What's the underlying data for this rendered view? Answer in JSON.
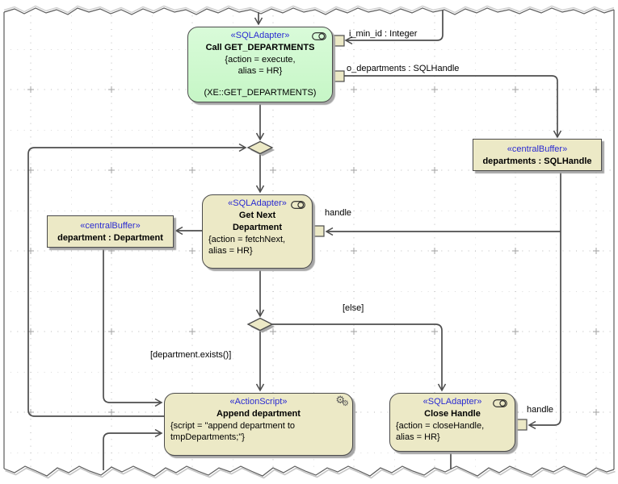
{
  "diagram_kind": "UML activity diagram",
  "colors": {
    "action_fill_green": "#ccf7cc",
    "node_fill_tan": "#ece9c6",
    "stereotype_blue": "#2a2ad2",
    "edge_line": "#4d4d4d",
    "shadow_gray": "#a6a6a6",
    "grid_dot": "#b9b9b9"
  },
  "icons": {
    "sql_adapter_icon": "pill outline with inner circle (toggle glyph)",
    "gears_icon": "⚙⚙",
    "decision_node": "diamond",
    "pin": "small tan square on node edge"
  },
  "nodes": {
    "call_get_departments": {
      "stereotype": "«SQLAdapter»",
      "name": "Call GET_DEPARTMENTS",
      "constraint_line1": "{action = execute,",
      "constraint_line2": "alias = HR}",
      "subtitle": "(XE::GET_DEPARTMENTS)"
    },
    "departments_buffer": {
      "stereotype": "«centralBuffer»",
      "name": "departments : SQLHandle"
    },
    "get_next_department": {
      "stereotype": "«SQLAdapter»",
      "name_line1": "Get Next",
      "name_line2": "Department",
      "constraint_line1": "{action = fetchNext,",
      "constraint_line2": "alias = HR}"
    },
    "department_buffer": {
      "stereotype": "«centralBuffer»",
      "name": "department : Department"
    },
    "append_department": {
      "stereotype": "«ActionScript»",
      "name": "Append department",
      "constraint_line1": "{script = \"append department to",
      "constraint_line2": "tmpDepartments;\"}"
    },
    "close_handle": {
      "stereotype": "«SQLAdapter»",
      "name": "Close Handle",
      "constraint_line1": "{action = closeHandle,",
      "constraint_line2": "alias = HR}"
    }
  },
  "labels": {
    "i_min_id_pin": "i_min_id : Integer",
    "o_departments_pin": "o_departments : SQLHandle",
    "handle_pin_get_next": "handle",
    "handle_pin_close": "handle",
    "guard_else": "[else]",
    "guard_exists": "[department.exists()]"
  }
}
